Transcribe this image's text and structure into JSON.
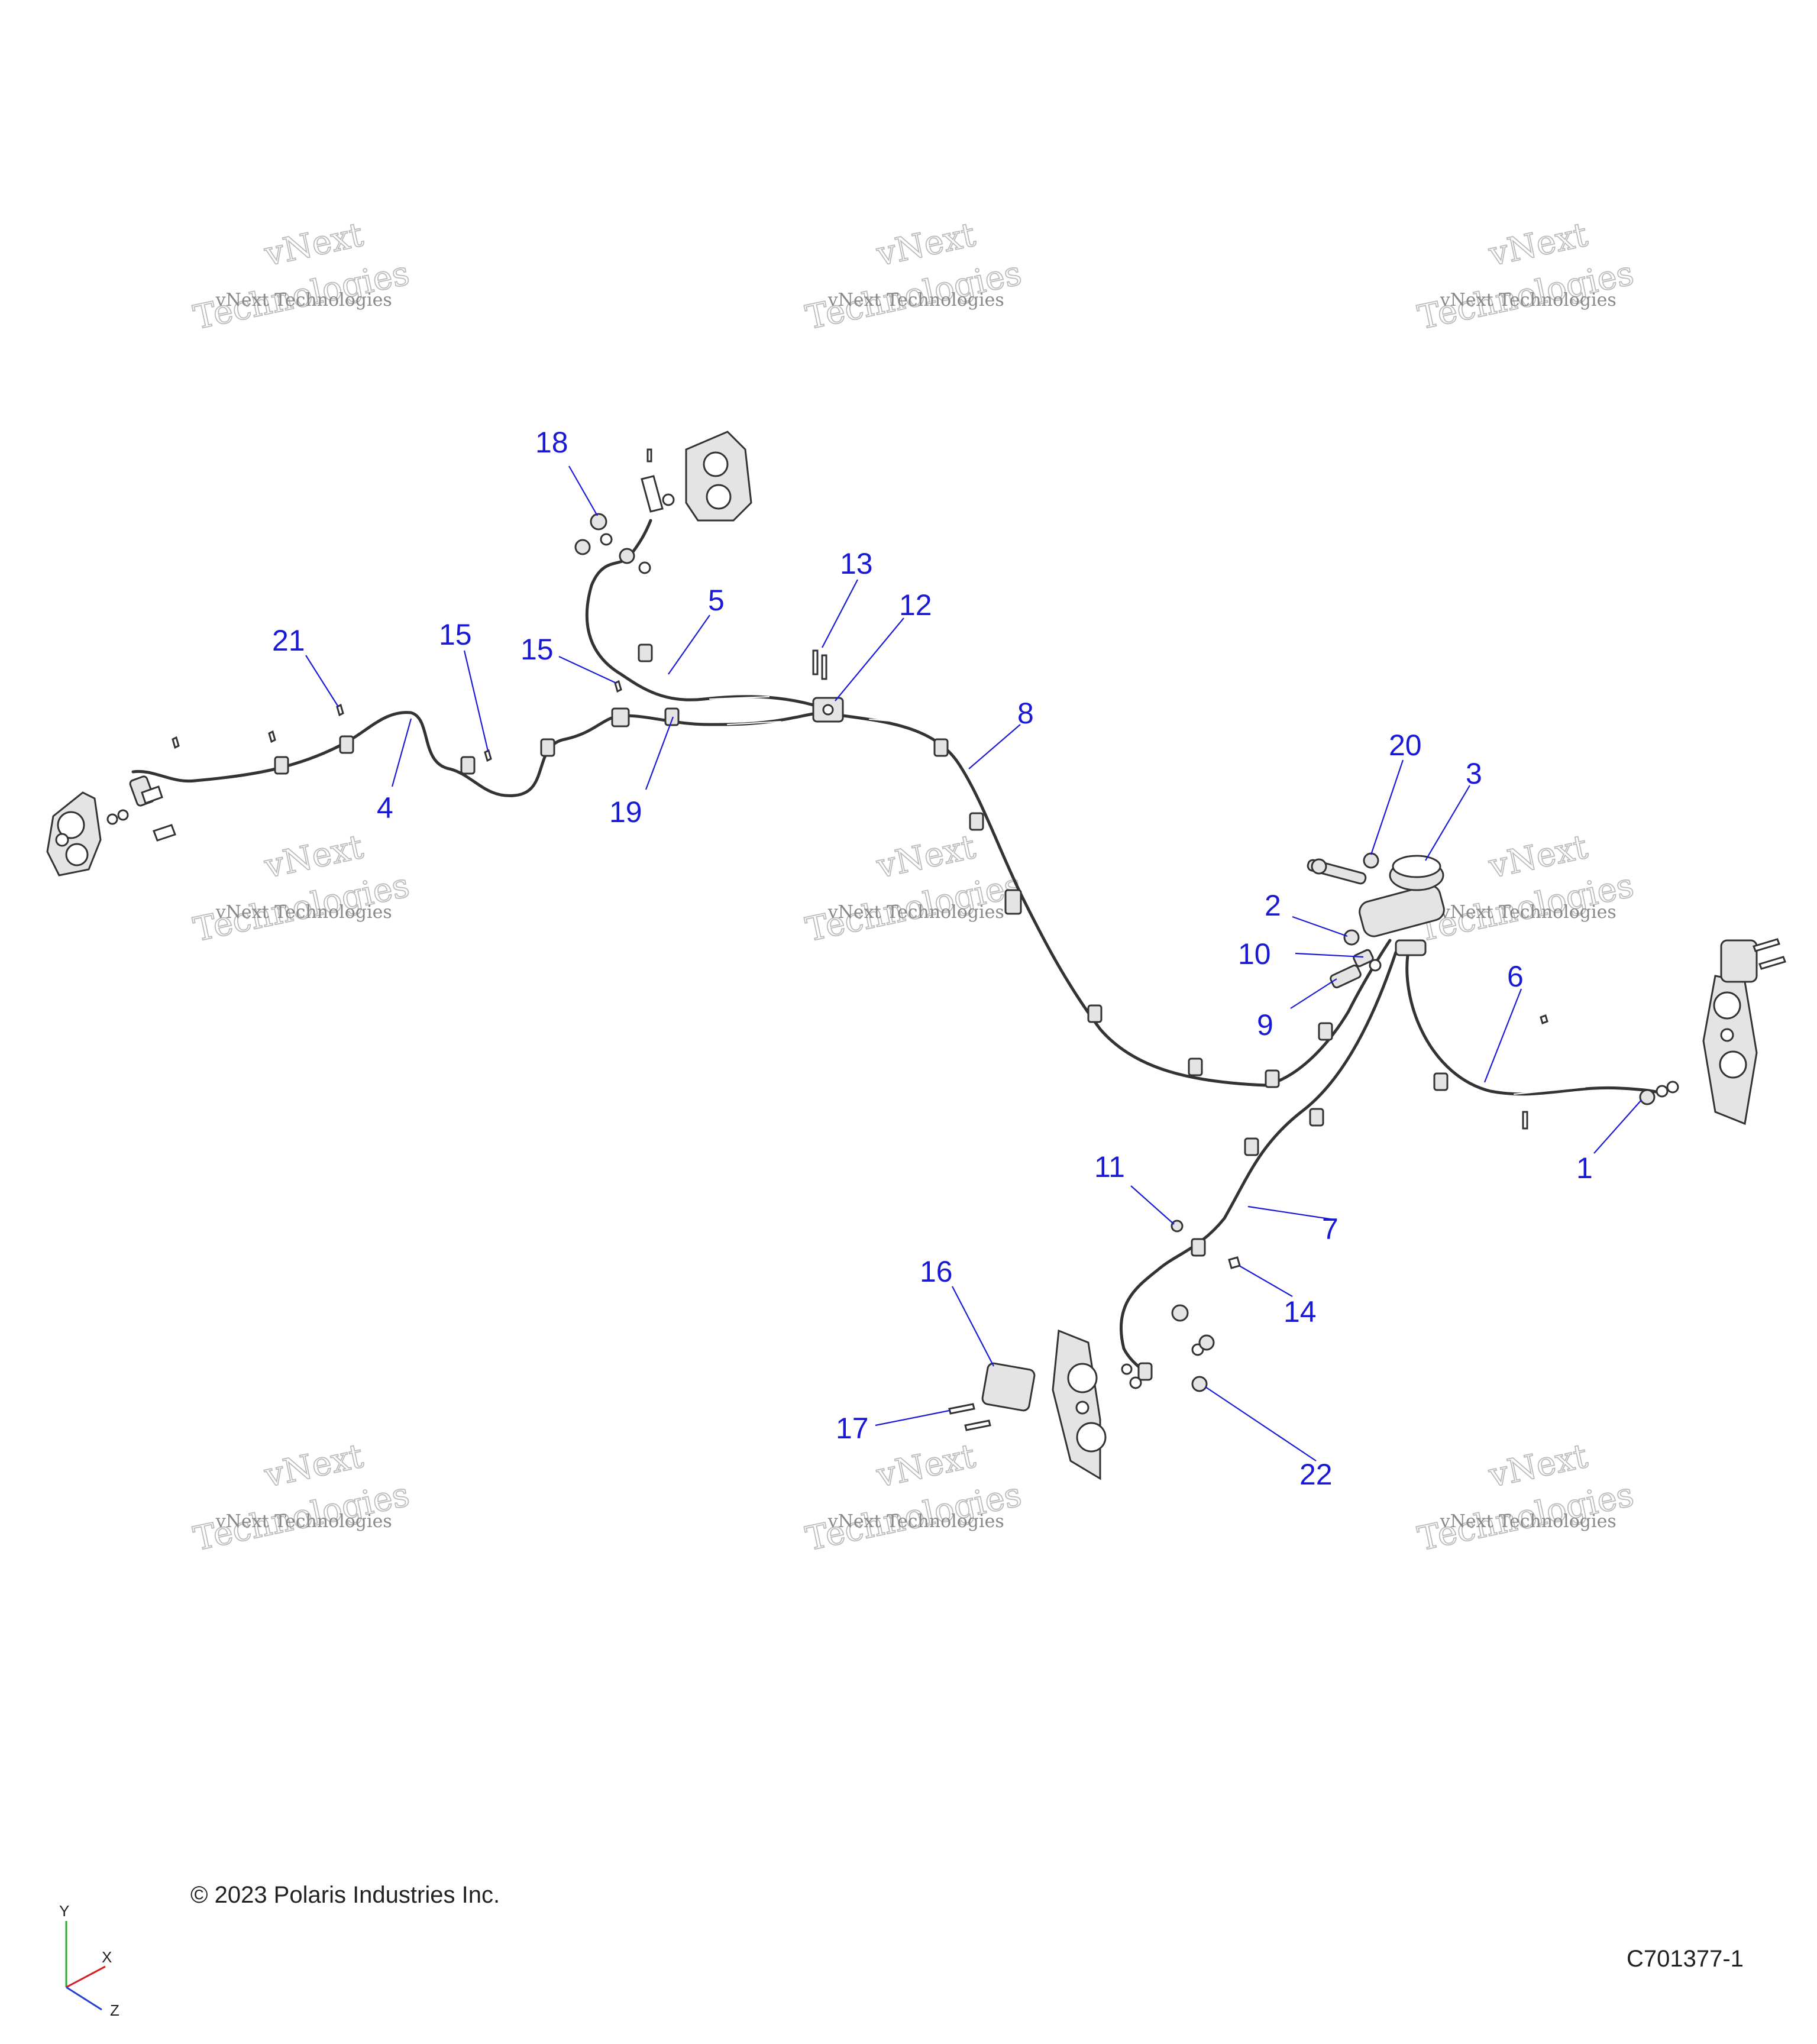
{
  "callouts": [
    "1",
    "2",
    "3",
    "4",
    "5",
    "6",
    "7",
    "8",
    "9",
    "10",
    "11",
    "12",
    "13",
    "14",
    "15",
    "16",
    "17",
    "18",
    "19",
    "20",
    "21",
    "22"
  ],
  "watermark": {
    "line1": "vNext Technologies",
    "line2a": "vNext",
    "line2b": "Technologies"
  },
  "copyright": "© 2023 Polaris Industries Inc.",
  "figure_code": "C701377-1",
  "axes": {
    "y": "Y",
    "x": "X",
    "z": "Z"
  },
  "colors": {
    "callout": "#1a1ad6",
    "line_art": "#333333",
    "watermark": "#888888",
    "background": "#ffffff"
  }
}
